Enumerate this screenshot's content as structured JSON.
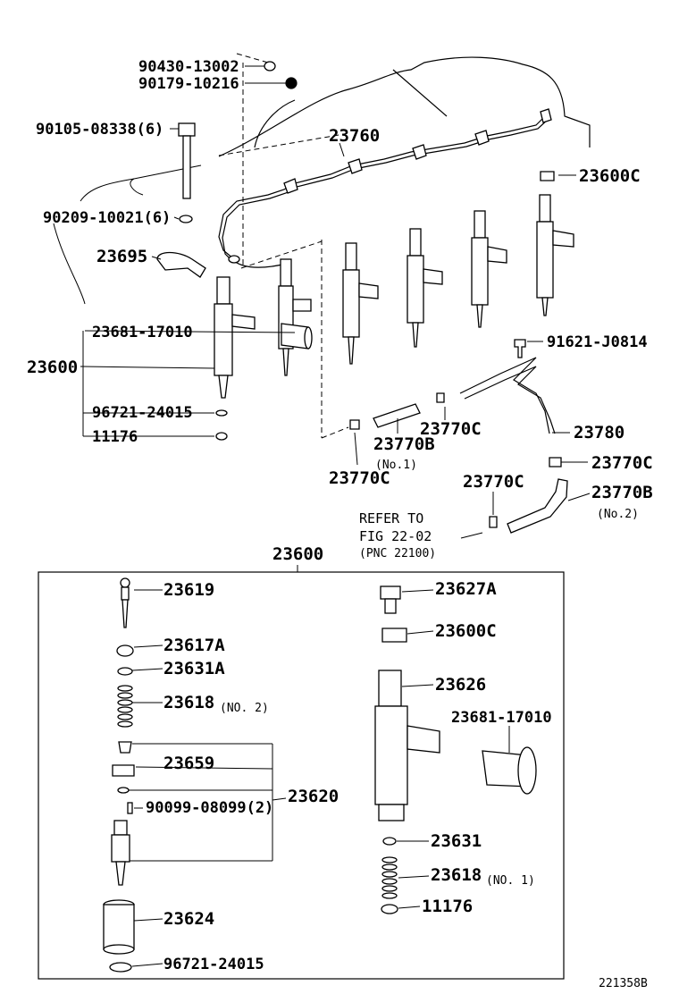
{
  "upper": {
    "p90430": "90430-13002",
    "p90179": "90179-10216",
    "p90105": "90105-08338(6)",
    "p23760": "23760",
    "p23600c_top": "23600C",
    "p90209": "90209-10021(6)",
    "p23695": "23695",
    "p23681_top": "23681-17010",
    "p23600_left": "23600",
    "p96721_top": "96721-24015",
    "p11176_top": "11176",
    "p91621": "91621-J0814",
    "p23770c_a": "23770C",
    "p23770b_a": "23770B",
    "note_no1": "(No.1)",
    "p23780": "23780",
    "p23770c_b": "23770C",
    "p23770c_c": "23770C",
    "p23770c_d": "23770C",
    "p23770b_b": "23770B",
    "note_no2": "(No.2)",
    "refer_line1": "REFER TO",
    "refer_line2": "FIG 22-02",
    "refer_line3": "(PNC 22100)"
  },
  "lower": {
    "box_title": "23600",
    "p23619": "23619",
    "p23617a": "23617A",
    "p23631a": "23631A",
    "p23618_no2": "23618",
    "note_no2": "(NO. 2)",
    "p23659": "23659",
    "p23620": "23620",
    "p90099": "90099-08099(2)",
    "p23624": "23624",
    "p96721": "96721-24015",
    "p23627a": "23627A",
    "p23600c": "23600C",
    "p23626": "23626",
    "p23681": "23681-17010",
    "p23631": "23631",
    "p23618_no1": "23618",
    "note_no1": "(NO. 1)",
    "p11176": "11176"
  },
  "figure_code": "221358B"
}
